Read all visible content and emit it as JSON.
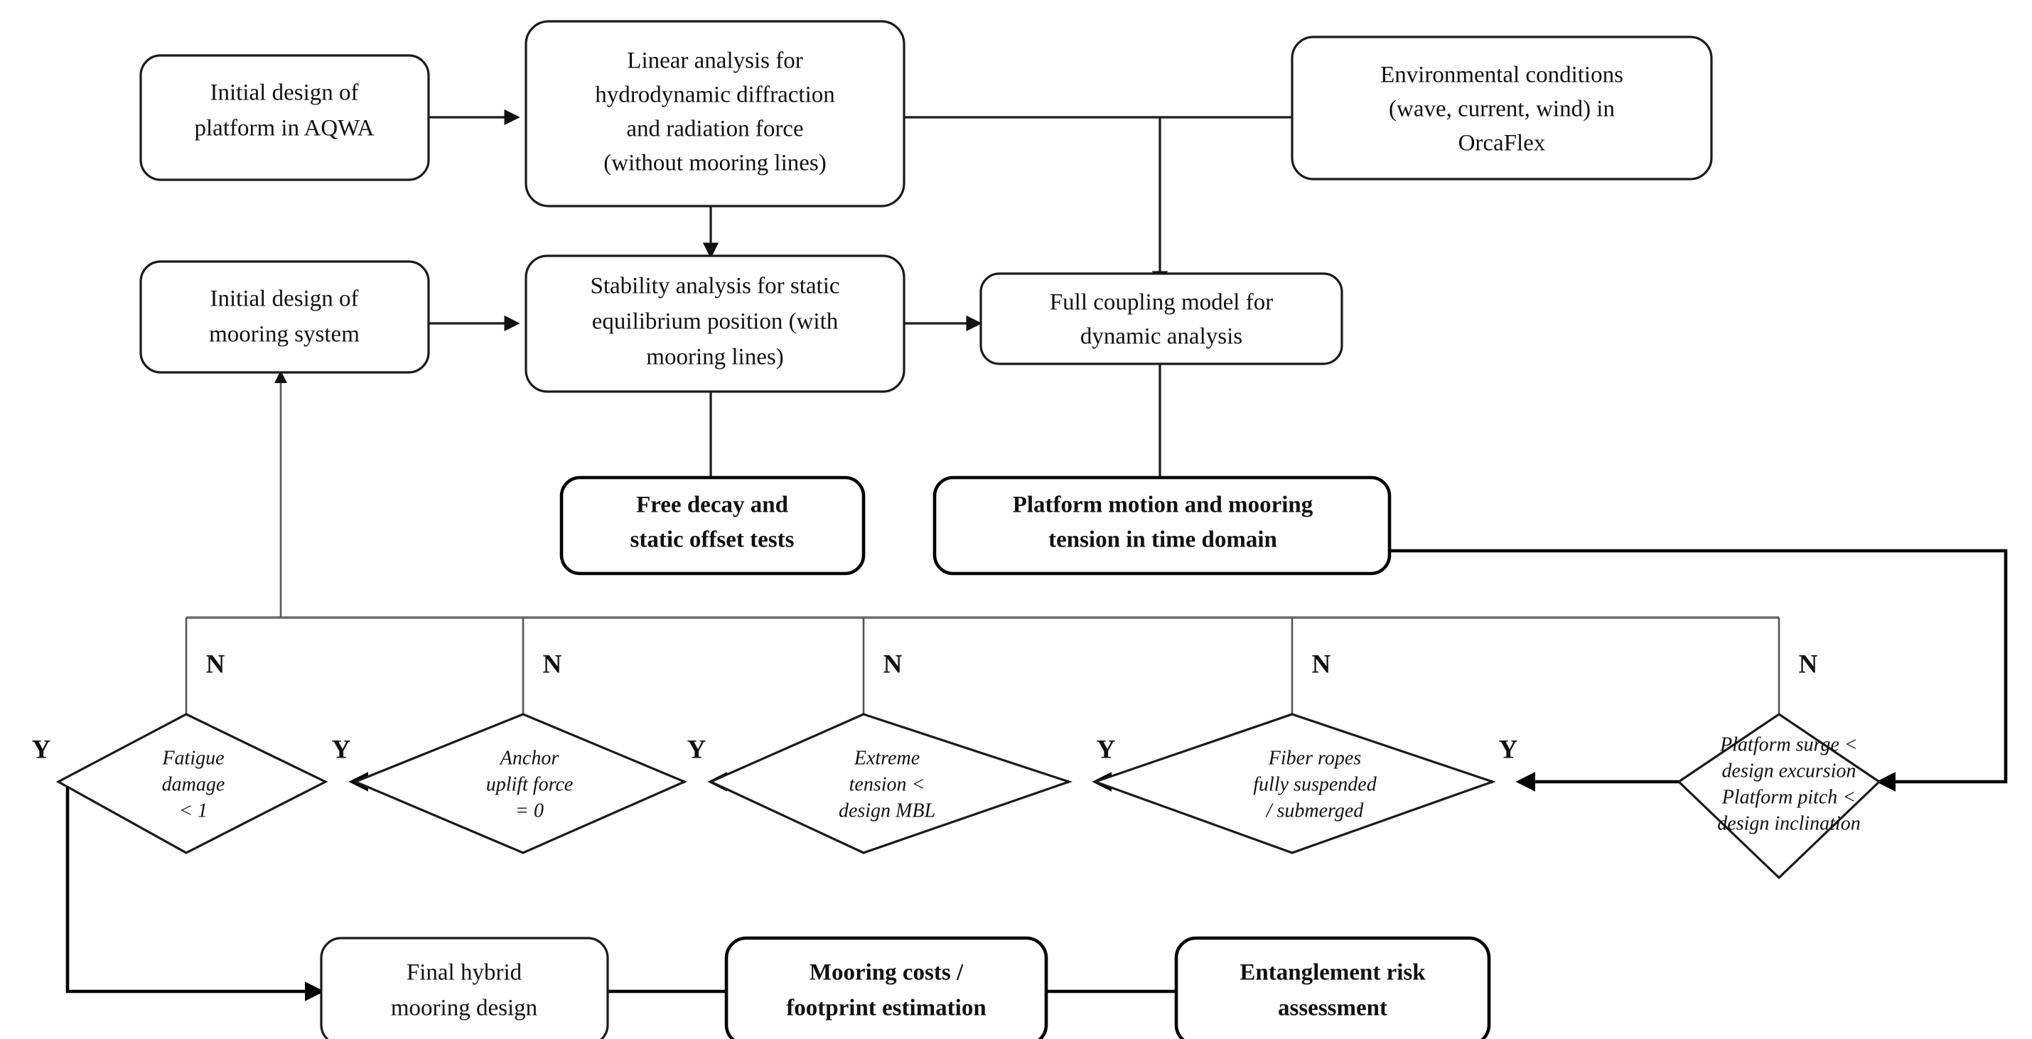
{
  "diagram": {
    "type": "flowchart",
    "title": "Hybrid mooring design workflow",
    "colors": {
      "background": "#ffffff",
      "stroke": "#1a1a1a",
      "bus": "#6b6b6b",
      "text": "#111111"
    },
    "process_boxes": [
      {
        "id": "initial-platform",
        "lines": [
          "Initial design of",
          "platform  in AQWA"
        ],
        "bold": false
      },
      {
        "id": "linear-analysis",
        "lines": [
          "Linear analysis  for",
          "hydrodynamic  diffraction",
          "and radiation  force",
          "(without mooring  lines)"
        ],
        "bold": false
      },
      {
        "id": "environmental-conditions",
        "lines": [
          "Environmental  conditions",
          "(wave, current, wind) in",
          "OrcaFlex"
        ],
        "bold": false
      },
      {
        "id": "initial-mooring",
        "lines": [
          "Initial design of",
          "mooring  system"
        ],
        "bold": false
      },
      {
        "id": "stability-analysis",
        "lines": [
          "Stability analysis  for static",
          "equilibrium position (with",
          "mooring  lines)"
        ],
        "bold": false
      },
      {
        "id": "full-coupling",
        "lines": [
          "Full coupling model for",
          "dynamic  analysis"
        ],
        "bold": false
      },
      {
        "id": "free-decay",
        "lines": [
          "Free decay and",
          "static offset tests"
        ],
        "bold": true
      },
      {
        "id": "platform-motion",
        "lines": [
          "Platform motion and mooring",
          "tension in time domain"
        ],
        "bold": true
      },
      {
        "id": "final-hybrid",
        "lines": [
          "Final hybrid",
          "mooring  design"
        ],
        "bold": false
      },
      {
        "id": "mooring-costs",
        "lines": [
          "Mooring costs /",
          "footprint estimation"
        ],
        "bold": true
      },
      {
        "id": "entanglement-risk",
        "lines": [
          "Entanglement risk",
          "assessment"
        ],
        "bold": true
      }
    ],
    "decisions": [
      {
        "id": "fatigue-damage",
        "lines": [
          "Fatigue",
          "damage",
          "< 1"
        ],
        "no_label": "N",
        "yes_label": "Y"
      },
      {
        "id": "anchor-uplift",
        "lines": [
          "Anchor",
          "uplift force",
          "= 0"
        ],
        "no_label": "N",
        "yes_label": "Y"
      },
      {
        "id": "extreme-tension",
        "lines": [
          "Extreme",
          "tension <",
          "design MBL"
        ],
        "no_label": "N",
        "yes_label": "Y"
      },
      {
        "id": "fiber-ropes",
        "lines": [
          "Fiber ropes",
          "fully suspended",
          "/ submerged"
        ],
        "no_label": "N",
        "yes_label": "Y"
      },
      {
        "id": "platform-surge-pitch",
        "lines": [
          "Platform surge <",
          "design excursion",
          "Platform pitch <",
          "design inclination"
        ],
        "no_label": "N",
        "yes_label": "Y"
      }
    ],
    "left_yes_label": "Y"
  }
}
